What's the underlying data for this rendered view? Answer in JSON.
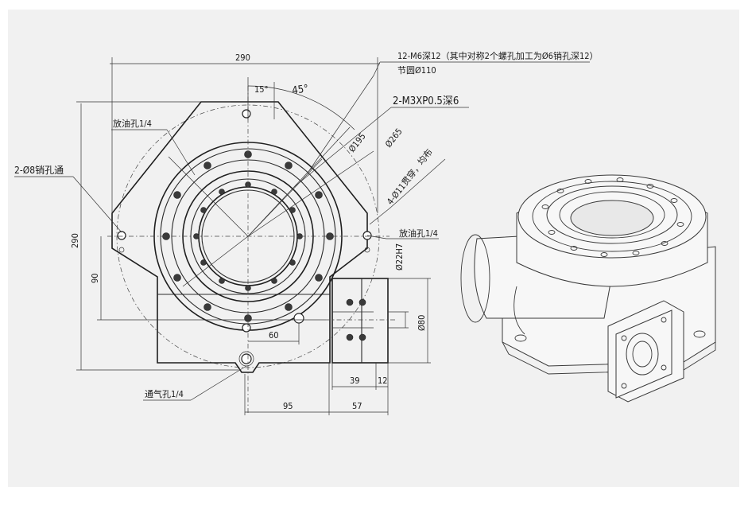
{
  "labels": {
    "width_top": "290",
    "height_left": "290",
    "dim_90": "90",
    "dim_60": "60",
    "dim_95": "95",
    "dim_57": "57",
    "dim_39": "39",
    "dim_12": "12",
    "dim_80": "Ø80",
    "dim_22h7": "Ø22H7",
    "angle_15": "15°",
    "angle_45": "45°",
    "dia_195": "Ø195",
    "dia_265": "Ø265",
    "note_m6": "12-M6深12（其中对称2个螺孔加工为Ø6销孔深12）",
    "note_pcd": "节圆Ø110",
    "note_m3": "2-M3XP0.5深6",
    "note_pin_left": "2-Ø8销孔通",
    "note_drain_top": "放油孔1/4",
    "note_drain_right": "放油孔1/4",
    "note_holes_4": "4-Ø11贯穿，均布",
    "note_vent": "通气孔1/4"
  }
}
